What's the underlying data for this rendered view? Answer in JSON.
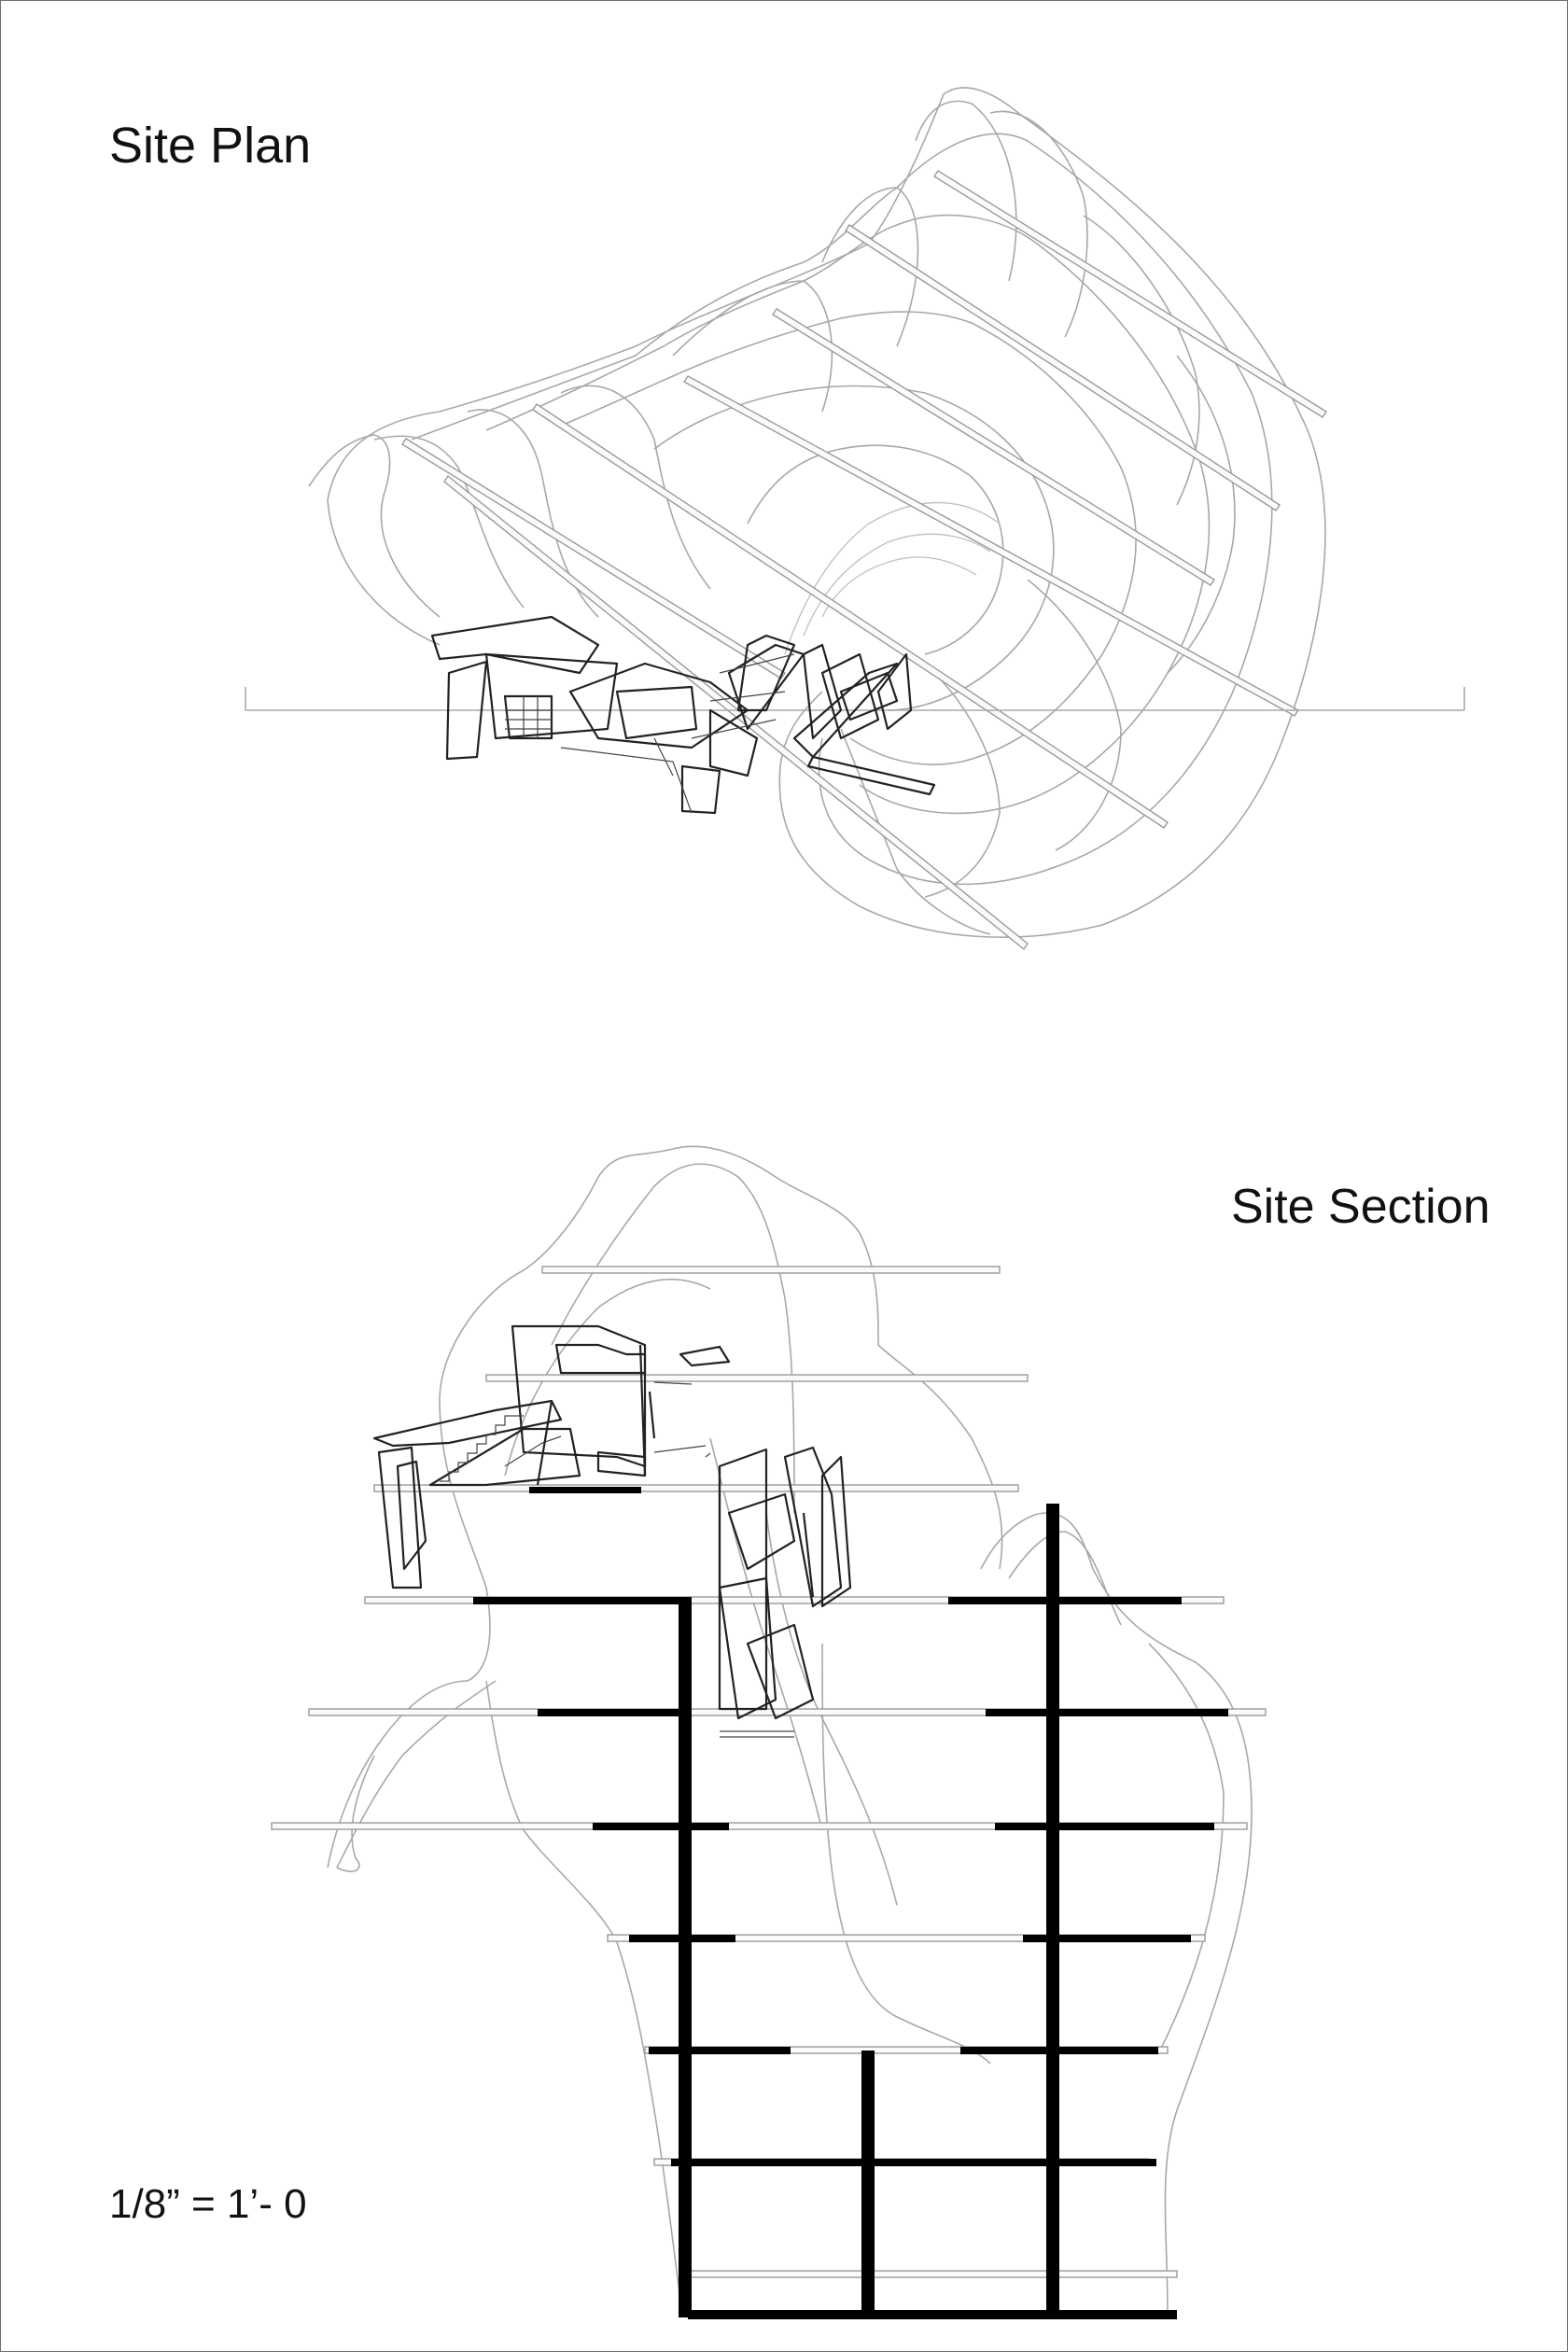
{
  "sheet": {
    "plan_title": "Site Plan",
    "section_title": "Site Section",
    "scale_note": "1/8” = 1’- 0"
  },
  "colors": {
    "background": "#ffffff",
    "contour_line": "#a8a8a8",
    "building_line": "#222222",
    "section_cut": "#000000",
    "border": "#6e6e6e"
  }
}
